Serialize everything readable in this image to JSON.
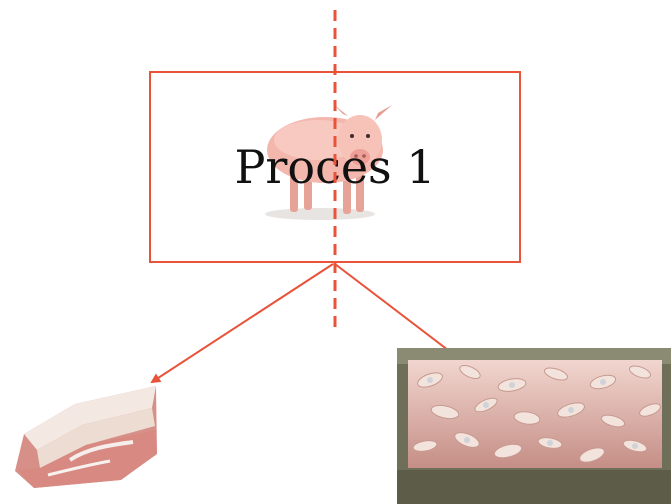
{
  "diagram": {
    "process_box": {
      "label": "Proces 1"
    },
    "inputs": [
      {
        "name": "pig",
        "icon": "pig-image"
      }
    ],
    "outputs": [
      {
        "name": "pork-belly",
        "icon": "pork-belly-image"
      },
      {
        "name": "pork-bones",
        "icon": "bones-crate-image"
      }
    ],
    "colors": {
      "accent": "#e8533a",
      "pig_skin": "#f4b7ad",
      "meat_fat": "#f1e6dc",
      "meat_red": "#d88c86",
      "crate": "#6f6e58"
    }
  }
}
